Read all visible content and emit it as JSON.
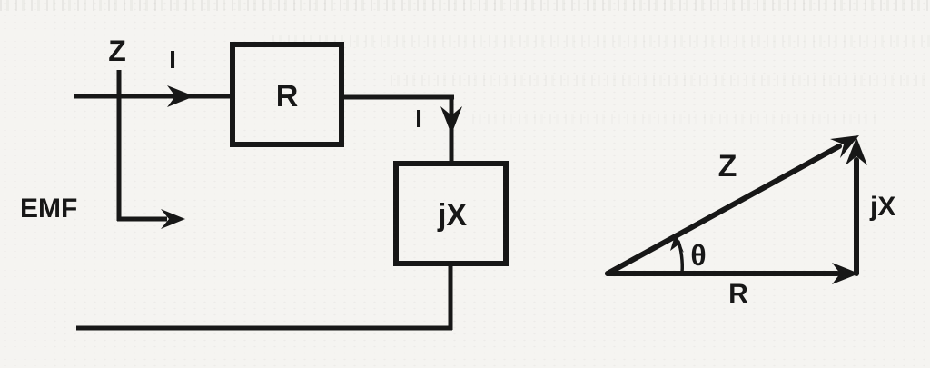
{
  "figure": {
    "paper_color": "#f5f4f1",
    "ink_color": "#171717",
    "circuit": {
      "source_label": "EMF",
      "impedance_label": "Z",
      "current_in_label": "I",
      "resistor_label": "R",
      "branch_current_label": "I",
      "reactance_label": "jX"
    },
    "phasor_triangle": {
      "hypotenuse_label": "Z",
      "angle_label": "θ",
      "reactance_label": "jX",
      "resistance_label": "R"
    }
  }
}
